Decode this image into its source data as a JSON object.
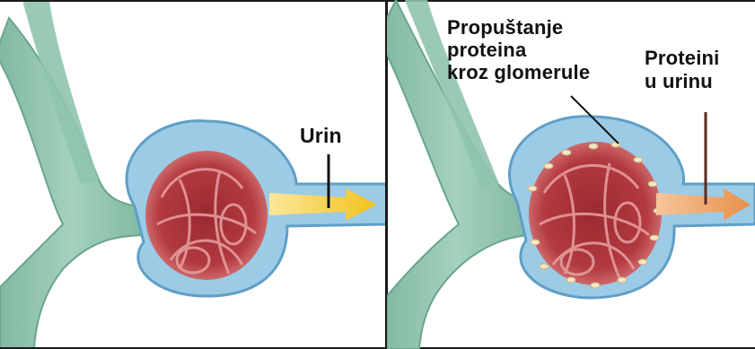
{
  "figure": {
    "left_panel": {
      "name": "healthy glomerulus",
      "labels": {
        "urine": "Urin"
      },
      "flow_color": "#f2c21b"
    },
    "right_panel": {
      "name": "glomerulus with protein leakage",
      "labels": {
        "leak_line1": "Propuštanje",
        "leak_line2": "proteina",
        "leak_line3": "kroz glomerule",
        "urine_protein_line1": "Proteini",
        "urine_protein_line2": "u urinu"
      },
      "flow_color": "#e8904a"
    },
    "colors": {
      "vessel": "#8fc4ad",
      "capsule": "#9ccbe6",
      "glomerulus": "#b83a3f",
      "protein": "#f3e6c4"
    }
  }
}
